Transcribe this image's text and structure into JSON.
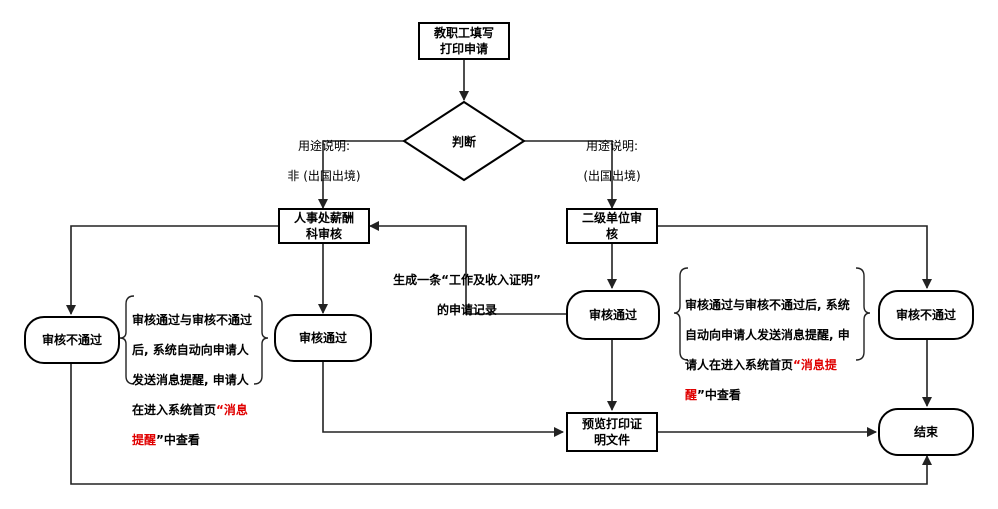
{
  "nodes": {
    "start": {
      "line1": "教职工填写",
      "line2": "打印申请"
    },
    "decision": "判断",
    "left_label": {
      "line1": "用途说明:",
      "line2": "非 (出国出境)"
    },
    "right_label": {
      "line1": "用途说明:",
      "line2": "(出国出境)"
    },
    "hr_review": {
      "line1": "人事处薪酬",
      "line2": "科审核"
    },
    "dept_review": {
      "line1": "二级单位审",
      "line2": "核"
    },
    "reject_left": "审核不通过",
    "approve_left": "审核通过",
    "approve_right": "审核通过",
    "reject_right": "审核不通过",
    "print_doc": {
      "line1": "预览打印证",
      "line2": "明文件"
    },
    "end": "结束"
  },
  "annotations": {
    "generate_record": {
      "line1": "生成一条“工作及收入证明”",
      "line2": "的申请记录"
    },
    "note_left": {
      "line1": "审核通过与审核不通过",
      "line2": "后, 系统自动向申请人",
      "line3": "发送消息提醒, 申请人",
      "line4a": "在进入系统首页",
      "red_open": "“消息",
      "red_close": "提醒",
      "line5b": "”中查看"
    },
    "note_right": {
      "line1": "审核通过与审核不通过后, 系统",
      "line2": "自动向申请人发送消息提醒, 申",
      "line3a": "请人在进入系统首页",
      "red_open": "“消息提",
      "red_close": "醒",
      "line4b": "”中查看"
    }
  }
}
